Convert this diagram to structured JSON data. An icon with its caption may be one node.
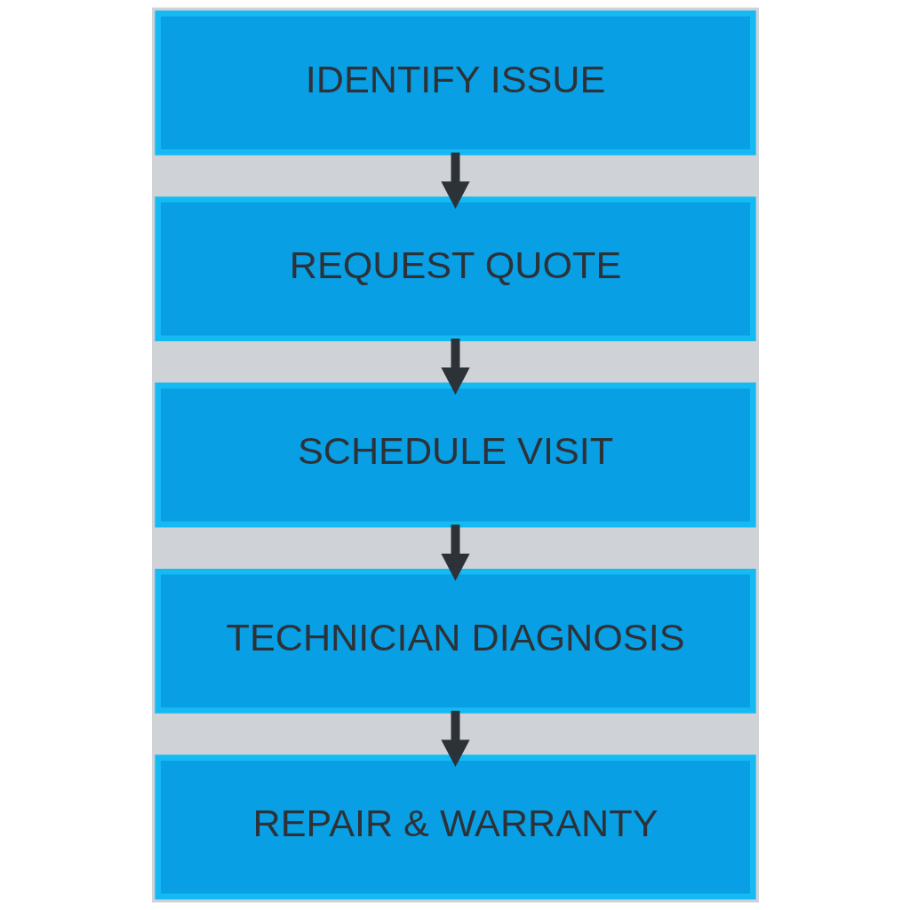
{
  "diagram": {
    "nodes": [
      {
        "text": [
          "IDENTIFY ISSUE"
        ]
      },
      {
        "text": [
          "REQUEST QUOTE"
        ]
      },
      {
        "text": [
          "SCHEDULE VISIT"
        ]
      },
      {
        "text": [
          "TECHNICIAN DIAGNOSIS"
        ]
      },
      {
        "text": [
          "REPAIR & WARRANTY"
        ]
      }
    ],
    "edges": [
      {
        "from": 0,
        "to": 1,
        "arrow": "to"
      },
      {
        "from": 1,
        "to": 2,
        "arrow": "to"
      },
      {
        "from": 2,
        "to": 3,
        "arrow": "to"
      },
      {
        "from": 3,
        "to": 4,
        "arrow": "to"
      }
    ]
  }
}
